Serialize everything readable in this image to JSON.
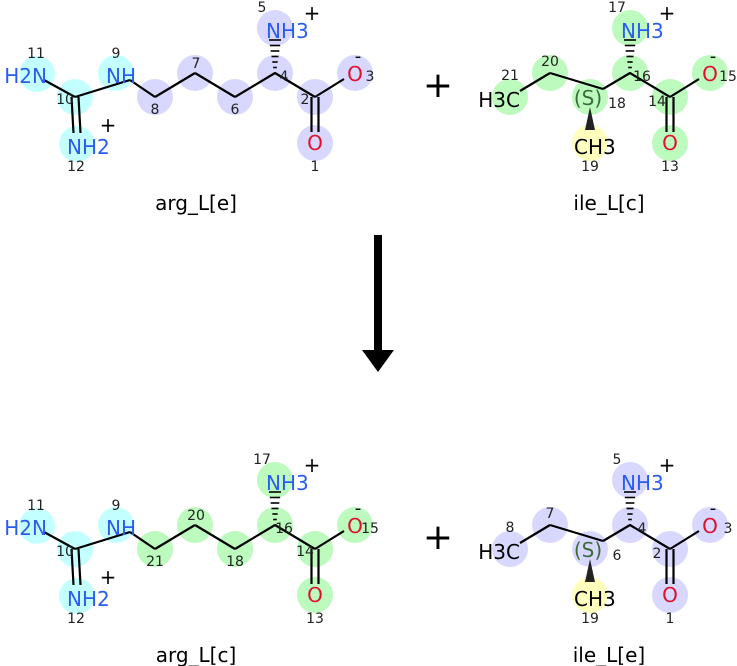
{
  "highlight_colors": {
    "cyan": "#c4ffff",
    "lavender": "#d8d8ff",
    "green": "#bdfabd",
    "yellow": "#ffffbe"
  },
  "element_colors": {
    "N": "#2a5cf0",
    "O": "#e0102f",
    "C": "#000000",
    "S": "#3b6b3b"
  },
  "operator": "+",
  "reactants": [
    {
      "name": "arg_L[e]",
      "atoms": [
        {
          "id": "11",
          "label": "H2N",
          "charge": "",
          "hl": "cyan"
        },
        {
          "id": "10",
          "label": "",
          "charge": "",
          "hl": "cyan"
        },
        {
          "id": "9",
          "label": "NH",
          "charge": "",
          "hl": "cyan"
        },
        {
          "id": "12",
          "label": "NH2",
          "charge": "+",
          "hl": "cyan"
        },
        {
          "id": "8",
          "label": "",
          "charge": "",
          "hl": "lavender"
        },
        {
          "id": "7",
          "label": "",
          "charge": "",
          "hl": "lavender"
        },
        {
          "id": "6",
          "label": "",
          "charge": "",
          "hl": "lavender"
        },
        {
          "id": "4",
          "label": "",
          "charge": "",
          "hl": "lavender"
        },
        {
          "id": "5",
          "label": "NH3",
          "charge": "+",
          "hl": "lavender"
        },
        {
          "id": "2",
          "label": "",
          "charge": "",
          "hl": "lavender"
        },
        {
          "id": "1",
          "label": "O",
          "charge": "",
          "hl": "lavender"
        },
        {
          "id": "3",
          "label": "O",
          "charge": "-",
          "hl": "lavender"
        }
      ]
    },
    {
      "name": "ile_L[c]",
      "atoms": [
        {
          "id": "21",
          "label": "H3C",
          "charge": "",
          "hl": "green"
        },
        {
          "id": "20",
          "label": "",
          "charge": "",
          "hl": "green"
        },
        {
          "id": "18",
          "label": "(S)",
          "charge": "",
          "hl": "green"
        },
        {
          "id": "19",
          "label": "CH3",
          "charge": "",
          "hl": "yellow"
        },
        {
          "id": "16",
          "label": "",
          "charge": "",
          "hl": "green"
        },
        {
          "id": "17",
          "label": "NH3",
          "charge": "+",
          "hl": "green"
        },
        {
          "id": "14",
          "label": "",
          "charge": "",
          "hl": "green"
        },
        {
          "id": "13",
          "label": "O",
          "charge": "",
          "hl": "green"
        },
        {
          "id": "15",
          "label": "O",
          "charge": "-",
          "hl": "green"
        }
      ]
    }
  ],
  "products": [
    {
      "name": "arg_L[c]",
      "atoms": [
        {
          "id": "11",
          "label": "H2N",
          "charge": "",
          "hl": "cyan"
        },
        {
          "id": "10",
          "label": "",
          "charge": "",
          "hl": "cyan"
        },
        {
          "id": "9",
          "label": "NH",
          "charge": "",
          "hl": "cyan"
        },
        {
          "id": "12",
          "label": "NH2",
          "charge": "+",
          "hl": "cyan"
        },
        {
          "id": "21",
          "label": "",
          "charge": "",
          "hl": "green"
        },
        {
          "id": "20",
          "label": "",
          "charge": "",
          "hl": "green"
        },
        {
          "id": "18",
          "label": "",
          "charge": "",
          "hl": "green"
        },
        {
          "id": "16",
          "label": "",
          "charge": "",
          "hl": "green"
        },
        {
          "id": "17",
          "label": "NH3",
          "charge": "+",
          "hl": "green"
        },
        {
          "id": "14",
          "label": "",
          "charge": "",
          "hl": "green"
        },
        {
          "id": "13",
          "label": "O",
          "charge": "",
          "hl": "green"
        },
        {
          "id": "15",
          "label": "O",
          "charge": "-",
          "hl": "green"
        }
      ]
    },
    {
      "name": "ile_L[e]",
      "atoms": [
        {
          "id": "8",
          "label": "H3C",
          "charge": "",
          "hl": "lavender"
        },
        {
          "id": "7",
          "label": "",
          "charge": "",
          "hl": "lavender"
        },
        {
          "id": "6",
          "label": "(S)",
          "charge": "",
          "hl": "lavender"
        },
        {
          "id": "19",
          "label": "CH3",
          "charge": "",
          "hl": "yellow"
        },
        {
          "id": "4",
          "label": "",
          "charge": "",
          "hl": "lavender"
        },
        {
          "id": "5",
          "label": "NH3",
          "charge": "+",
          "hl": "lavender"
        },
        {
          "id": "2",
          "label": "",
          "charge": "",
          "hl": "lavender"
        },
        {
          "id": "1",
          "label": "O",
          "charge": "",
          "hl": "lavender"
        },
        {
          "id": "3",
          "label": "O",
          "charge": "-",
          "hl": "lavender"
        }
      ]
    }
  ]
}
